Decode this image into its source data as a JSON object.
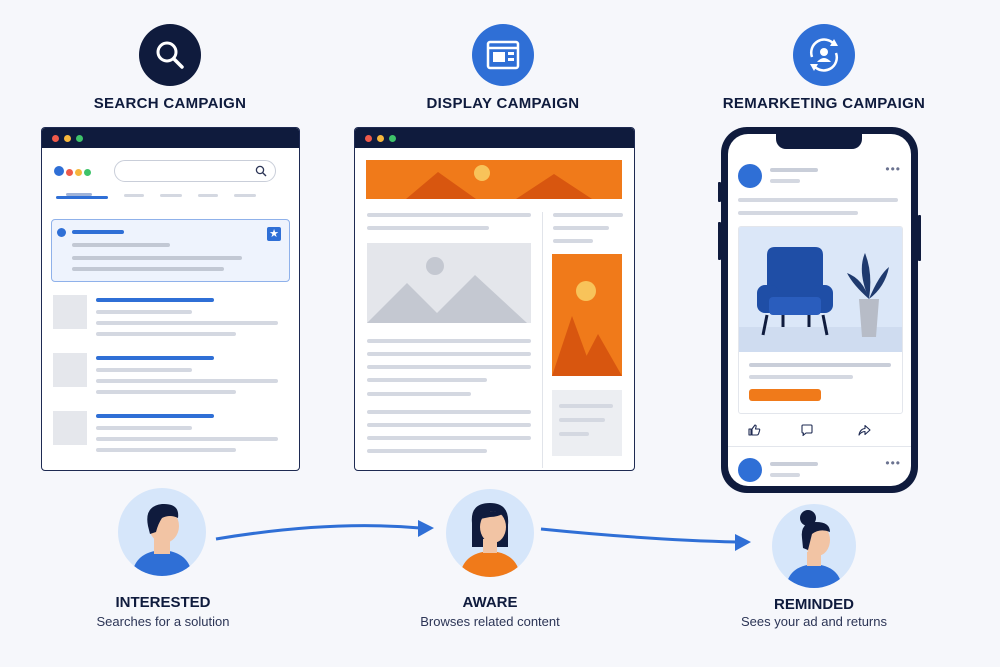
{
  "campaigns": [
    {
      "title": "SEARCH CAMPAIGN",
      "icon": "search-icon"
    },
    {
      "title": "DISPLAY CAMPAIGN",
      "icon": "browser-window-icon"
    },
    {
      "title": "REMARKETING CAMPAIGN",
      "icon": "retargeting-user-icon"
    }
  ],
  "stages": [
    {
      "label": "INTERESTED",
      "sub": "Searches for a solution"
    },
    {
      "label": "AWARE",
      "sub": "Browses related content"
    },
    {
      "label": "REMINDED",
      "sub": "Sees your ad and returns"
    }
  ],
  "colors": {
    "navy": "#0f1b3d",
    "blue": "#2f6fd6",
    "orange": "#f07a1a",
    "light_blue": "#d6e6fa"
  }
}
